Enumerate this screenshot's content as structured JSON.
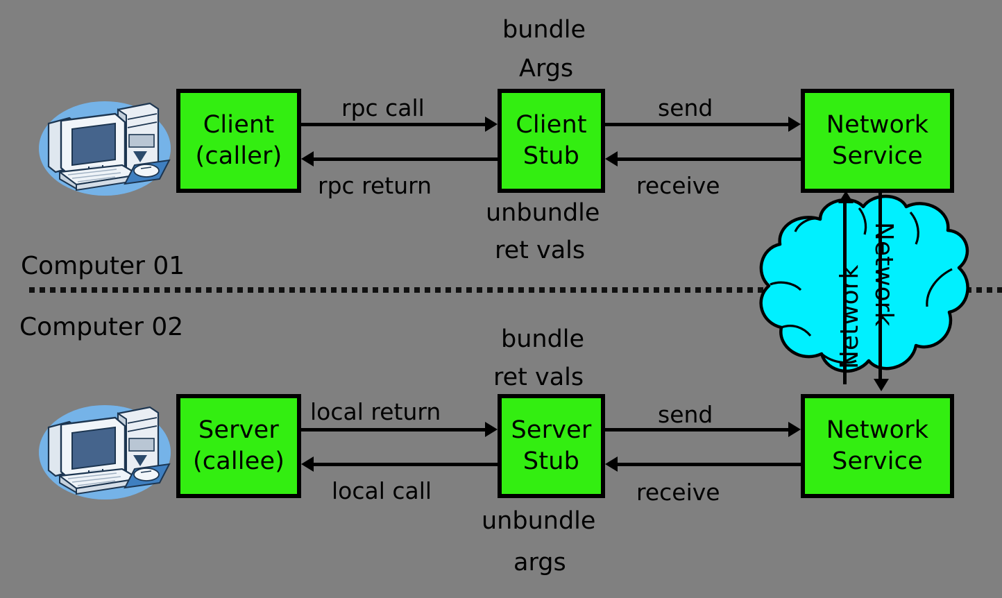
{
  "diagram": {
    "title": "Remote Procedure Call (RPC) architecture",
    "background_color": "#808080",
    "box_fill_color": "#33ee11",
    "cloud_fill_color": "#00f0ff",
    "line_color": "#000000"
  },
  "zones": {
    "top_label": "Computer 01",
    "bottom_label": "Computer 02"
  },
  "boxes": {
    "client": {
      "line1": "Client",
      "line2": "(caller)"
    },
    "client_stub": {
      "line1": "Client",
      "line2": "Stub"
    },
    "network_service_top": {
      "line1": "Network",
      "line2": "Service"
    },
    "server": {
      "line1": "Server",
      "line2": "(callee)"
    },
    "server_stub": {
      "line1": "Server",
      "line2": "Stub"
    },
    "network_service_bottom": {
      "line1": "Network",
      "line2": "Service"
    }
  },
  "annotations": {
    "bundle_args": {
      "line1": "bundle",
      "line2": "Args"
    },
    "unbundle_ret_vals": {
      "line1": "unbundle",
      "line2": "ret vals"
    },
    "bundle_ret_vals": {
      "line1": "bundle",
      "line2": "ret vals"
    },
    "unbundle_args": {
      "line1": "unbundle",
      "line2": "args"
    }
  },
  "arrow_labels": {
    "rpc_call": "rpc call",
    "rpc_return": "rpc return",
    "send_top": "send",
    "receive_top": "receive",
    "local_return": "local return",
    "local_call": "local call",
    "send_bottom": "send",
    "receive_bottom": "receive"
  },
  "cloud": {
    "label_left": "Network",
    "label_right": "Network"
  },
  "icons": {
    "computer_top": "desktop-computer-icon",
    "computer_bottom": "desktop-computer-icon",
    "cloud": "network-cloud-icon"
  }
}
